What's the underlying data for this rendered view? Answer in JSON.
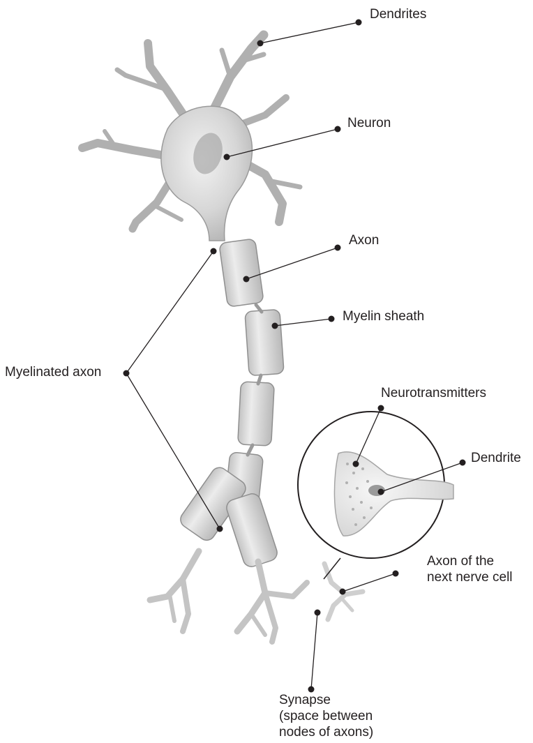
{
  "labels": {
    "dendrites": "Dendrites",
    "neuron": "Neuron",
    "axon": "Axon",
    "myelin_sheath": "Myelin sheath",
    "myelinated_axon": "Myelinated axon",
    "neurotransmitters": "Neurotransmitters",
    "dendrite": "Dendrite",
    "axon_next_cell": [
      "Axon of the",
      "next nerve cell"
    ],
    "synapse": [
      "Synapse",
      "(space between",
      "nodes of axons)"
    ]
  },
  "colors": {
    "cell_fill": "#d9d9d9",
    "cell_stroke": "#8c8c8c",
    "terminal_fill": "#e6e6e6",
    "line": "#231f20",
    "dot": "#231f20",
    "text": "#231f20"
  }
}
